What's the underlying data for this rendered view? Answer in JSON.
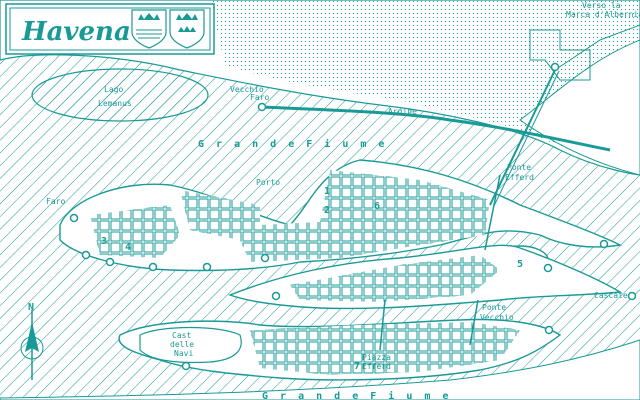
{
  "map": {
    "title": "Havena",
    "colors": {
      "ink": "#1a9a96",
      "background": "#ffffff"
    },
    "labels": {
      "lake": [
        "Lago",
        "Lemanus"
      ],
      "vecchio_faro": [
        "Vecchio",
        "Faro"
      ],
      "argine": "Argine",
      "grande_fiume_top": "G r a n d e   F i u m e",
      "grande_fiume_bottom": "G r a n d e   F i u m e",
      "porto": "Porto",
      "faro": "Faro",
      "ponte_efferd": [
        "Ponte",
        "Efferd"
      ],
      "ponte_vecchio": [
        "Ponte",
        "Vecchio"
      ],
      "verso_albernia": [
        "Verso la",
        "Marca d'Albernia"
      ],
      "cascate": "Cascate",
      "cast_delle_navi": [
        "Cast",
        "delle",
        "Navi"
      ],
      "piazza_efferd": [
        "Piazza",
        "Efferd"
      ]
    },
    "numbers": [
      "1",
      "2",
      "3",
      "4",
      "5",
      "6",
      "7"
    ],
    "compass": "N",
    "icons": [
      "crown-shield-icon",
      "crown-shield-icon",
      "compass-icon",
      "tower-icon"
    ]
  }
}
